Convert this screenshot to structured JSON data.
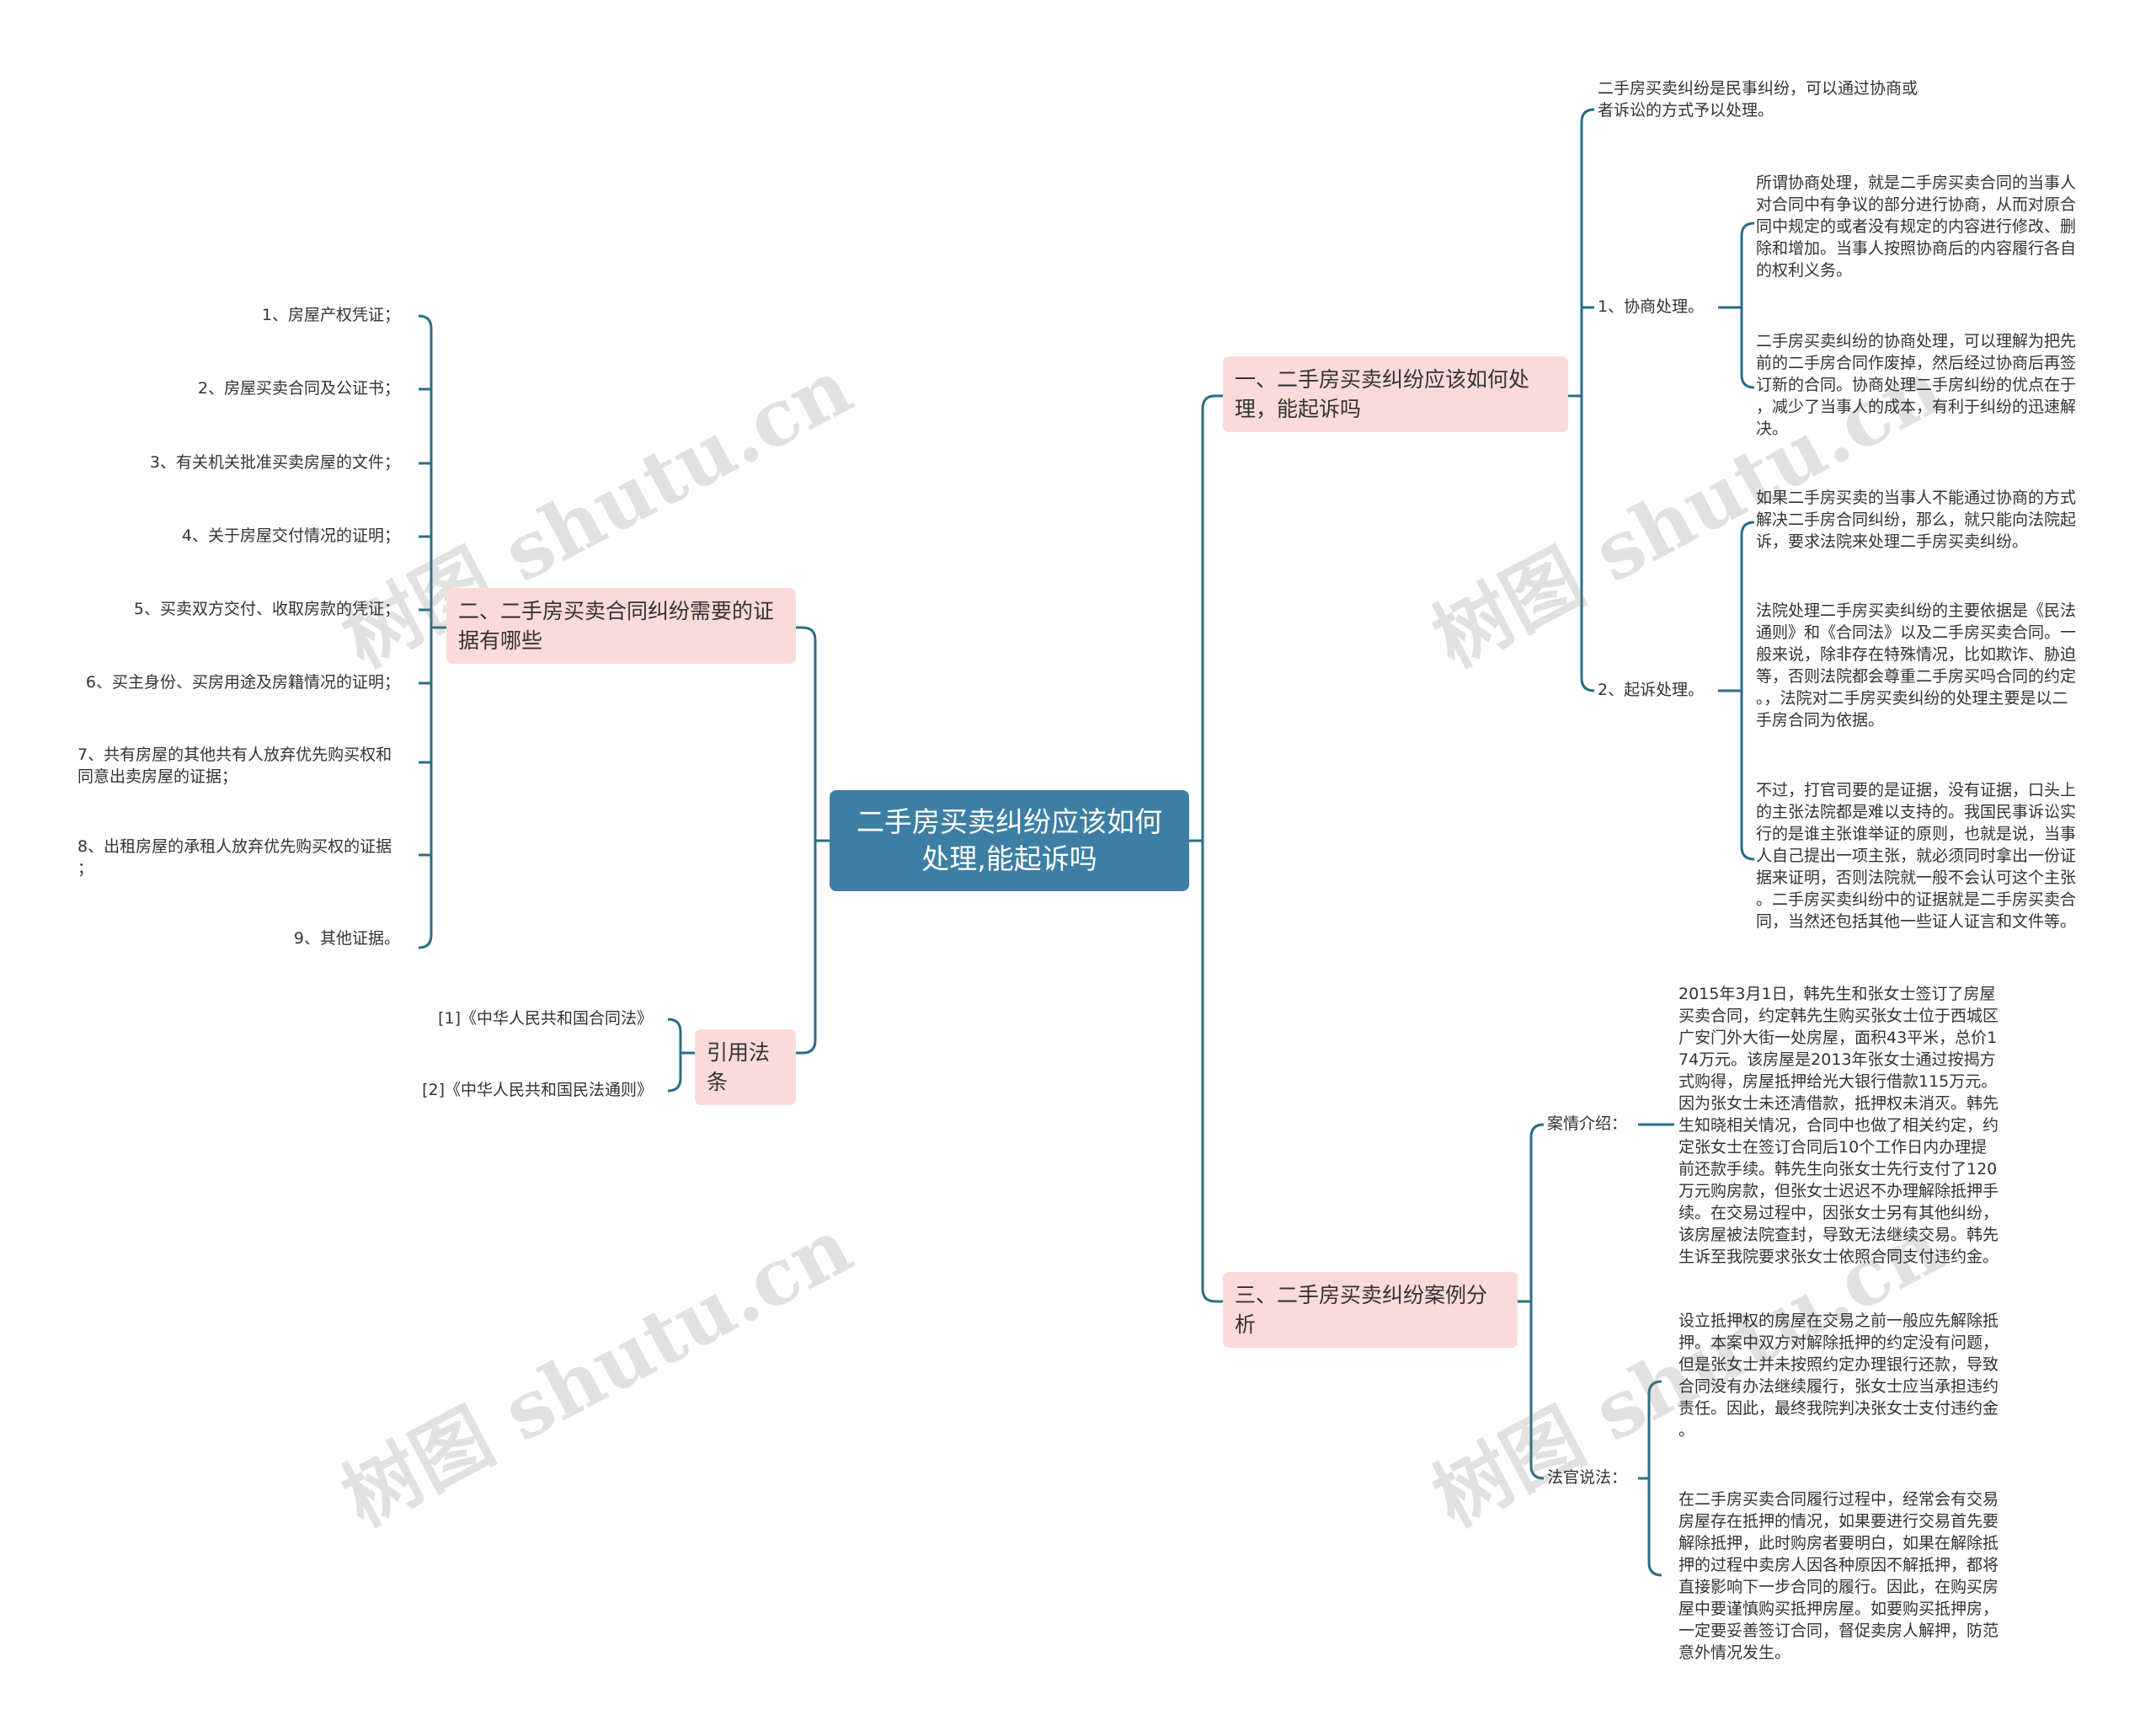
{
  "root": {
    "title": "二手房买卖纠纷应该如何处理,能起诉吗"
  },
  "watermark": "树图 shutu.cn",
  "colors": {
    "root_bg": "#3d7fa4",
    "branch_bg": "#fadbda",
    "edge": "#2b6e85"
  },
  "right": {
    "b1": {
      "title": "一、二手房买卖纠纷应该如何处理，能起诉吗",
      "intro": "二手房买卖纠纷是民事纠纷，可以通过协商或\n者诉讼的方式予以处理。",
      "s1": {
        "label": "1、协商处理。",
        "p1": "所谓协商处理，就是二手房买卖合同的当事人\n对合同中有争议的部分进行协商，从而对原合\n同中规定的或者没有规定的内容进行修改、删\n除和增加。当事人按照协商后的内容履行各自\n的权利义务。",
        "p2": "二手房买卖纠纷的协商处理，可以理解为把先\n前的二手房合同作废掉，然后经过协商后再签\n订新的合同。协商处理二手房纠纷的优点在于\n，减少了当事人的成本，有利于纠纷的迅速解\n决。"
      },
      "s2": {
        "label": "2、起诉处理。",
        "p1": "如果二手房买卖的当事人不能通过协商的方式\n解决二手房合同纠纷，那么，就只能向法院起\n诉，要求法院来处理二手房买卖纠纷。",
        "p2": "法院处理二手房买卖纠纷的主要依据是《民法\n通则》和《合同法》以及二手房买卖合同。一\n般来说，除非存在特殊情况，比如欺诈、胁迫\n等，否则法院都会尊重二手房买吗合同的约定\n。，法院对二手房买卖纠纷的处理主要是以二\n手房合同为依据。",
        "p3": "不过，打官司要的是证据，没有证据，口头上\n的主张法院都是难以支持的。我国民事诉讼实\n行的是谁主张谁举证的原则，也就是说，当事\n人自己提出一项主张，就必须同时拿出一份证\n据来证明，否则法院就一般不会认可这个主张\n。二手房买卖纠纷中的证据就是二手房买卖合\n同，当然还包括其他一些证人证言和文件等。"
      }
    },
    "b3": {
      "title": "三、二手房买卖纠纷案例分析",
      "case": {
        "label": "案情介绍：",
        "text": "2015年3月1日，韩先生和张女士签订了房屋\n买卖合同，约定韩先生购买张女士位于西城区\n广安门外大街一处房屋，面积43平米，总价1\n74万元。该房屋是2013年张女士通过按揭方\n式购得，房屋抵押给光大银行借款115万元。\n因为张女士未还清借款，抵押权未消灭。韩先\n生知晓相关情况，合同中也做了相关约定，约\n定张女士在签订合同后10个工作日内办理提\n前还款手续。韩先生向张女士先行支付了120\n万元购房款，但张女士迟迟不办理解除抵押手\n续。在交易过程中，因张女士另有其他纠纷，\n该房屋被法院查封，导致无法继续交易。韩先\n生诉至我院要求张女士依照合同支付违约金。"
      },
      "judge": {
        "label": "法官说法：",
        "p1": "设立抵押权的房屋在交易之前一般应先解除抵\n押。本案中双方对解除抵押的约定没有问题，\n但是张女士并未按照约定办理银行还款，导致\n合同没有办法继续履行，张女士应当承担违约\n责任。因此，最终我院判决张女士支付违约金\n。",
        "p2": "在二手房买卖合同履行过程中，经常会有交易\n房屋存在抵押的情况，如果要进行交易首先要\n解除抵押，此时购房者要明白，如果在解除抵\n押的过程中卖房人因各种原因不解抵押，都将\n直接影响下一步合同的履行。因此，在购买房\n屋中要谨慎购买抵押房屋。如要购买抵押房，\n一定要妥善签订合同，督促卖房人解押，防范\n意外情况发生。"
      }
    }
  },
  "left": {
    "b2": {
      "title": "二、二手房买卖合同纠纷需要的证据有哪些",
      "items": [
        "1、房屋产权凭证；",
        "2、房屋买卖合同及公证书；",
        "3、有关机关批准买卖房屋的文件；",
        "4、关于房屋交付情况的证明；",
        "5、买卖双方交付、收取房款的凭证；",
        "6、买主身份、买房用途及房籍情况的证明；",
        "7、共有房屋的其他共有人放弃优先购买权和\n同意出卖房屋的证据；",
        "8、出租房屋的承租人放弃优先购买权的证据\n；",
        "9、其他证据。"
      ]
    },
    "laws": {
      "title": "引用法条",
      "items": [
        "[1]《中华人民共和国合同法》",
        "[2]《中华人民共和国民法通则》"
      ]
    }
  }
}
